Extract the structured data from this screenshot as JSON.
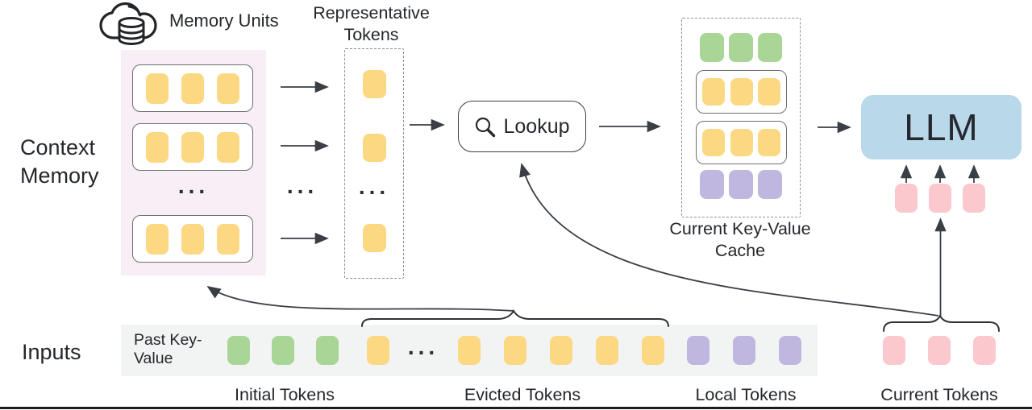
{
  "labels": {
    "memory_units": "Memory Units",
    "representative_tokens": "Representative Tokens",
    "context_memory": "Context Memory",
    "lookup": "Lookup",
    "current_kv_cache": "Current Key-Value Cache",
    "llm": "LLM",
    "inputs": "Inputs",
    "past_key_value": "Past Key-Value",
    "initial_tokens": "Initial Tokens",
    "evicted_tokens": "Evicted Tokens",
    "local_tokens": "Local Tokens",
    "current_tokens": "Current Tokens",
    "ellipsis": "..."
  },
  "icons": {
    "cloud_database": "cloud-database-icon",
    "search": "search-icon"
  },
  "colors": {
    "yellow": "#FBD881",
    "green": "#A9D696",
    "purple": "#BFB7E0",
    "pink": "#FBC8CD",
    "llm_blue": "#B9D9EA",
    "memory_bg": "#F8EEF6",
    "strip_bg": "#F2F4F3",
    "line": "#3a3e45",
    "text": "#24272c"
  },
  "tokens": {
    "memory_unit_row": {
      "count": 3,
      "color": "yellow",
      "name": "memory-token"
    },
    "representative_token": {
      "count": 1,
      "color": "yellow",
      "name": "representative-token"
    },
    "cache_initial_row": {
      "count": 3,
      "color": "green",
      "name": "cache-initial-token"
    },
    "cache_memory_row": {
      "count": 3,
      "color": "yellow",
      "name": "cache-memory-token"
    },
    "cache_local_row": {
      "count": 3,
      "color": "purple",
      "name": "cache-local-token"
    },
    "llm_current_row": {
      "count": 3,
      "color": "pink",
      "name": "llm-current-token"
    },
    "input_initial": {
      "count": 3,
      "color": "green",
      "name": "initial-token"
    },
    "input_evicted_head": {
      "count": 1,
      "color": "yellow",
      "name": "evicted-token"
    },
    "input_evicted_tail": {
      "count": 5,
      "color": "yellow",
      "name": "evicted-token"
    },
    "input_local": {
      "count": 3,
      "color": "purple",
      "name": "local-token"
    },
    "input_current": {
      "count": 3,
      "color": "pink",
      "name": "current-token"
    }
  }
}
